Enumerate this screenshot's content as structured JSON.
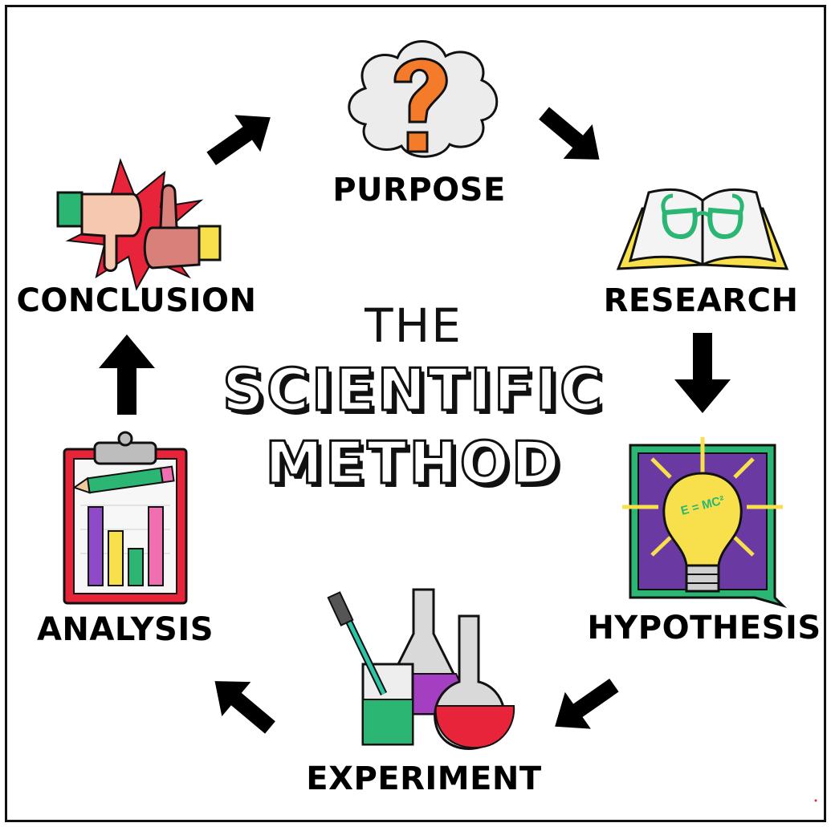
{
  "title": {
    "line1": "THE",
    "line2": "SCIENTIFIC",
    "line3": "METHOD"
  },
  "steps": [
    {
      "label": "PURPOSE",
      "icon": "question-cloud-icon"
    },
    {
      "label": "RESEARCH",
      "icon": "book-glasses-icon"
    },
    {
      "label": "HYPOTHESIS",
      "icon": "lightbulb-icon"
    },
    {
      "label": "EXPERIMENT",
      "icon": "lab-flasks-icon"
    },
    {
      "label": "ANALYSIS",
      "icon": "clipboard-chart-icon"
    },
    {
      "label": "CONCLUSION",
      "icon": "thumbs-up-down-icon"
    }
  ],
  "bulb_text": "E = MC²",
  "colors": {
    "orange": "#f47b2a",
    "purple": "#6a3aa2",
    "green": "#2bb673",
    "yellow": "#f7e04b",
    "pink": "#ef6fb1",
    "red": "#e8243a",
    "teal": "#2ec4a6"
  }
}
